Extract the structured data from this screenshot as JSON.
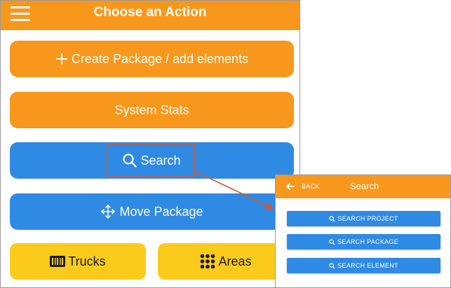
{
  "main": {
    "title": "Choose an Action",
    "buttons": {
      "create_package": "Create Package / add elements",
      "system_stats": "System Stats",
      "search": "Search",
      "move_package": "Move Package",
      "trucks": "Trucks",
      "areas": "Areas"
    },
    "icons": [
      "menu-icon",
      "plus-icon",
      "search-icon",
      "move-icon",
      "barcode-icon",
      "grid-dots-icon"
    ]
  },
  "search_screen": {
    "back_label": "BACK",
    "title": "Search",
    "buttons": {
      "search_project": "SEARCH PROJECT",
      "search_package": "SEARCH PACKAGE",
      "search_element": "SEARCH ELEMENT"
    }
  },
  "colors": {
    "header_orange": "#f7971c",
    "button_blue": "#2f8ae3",
    "button_yellow": "#fbcb1b",
    "highlight_red": "#d9562a"
  }
}
